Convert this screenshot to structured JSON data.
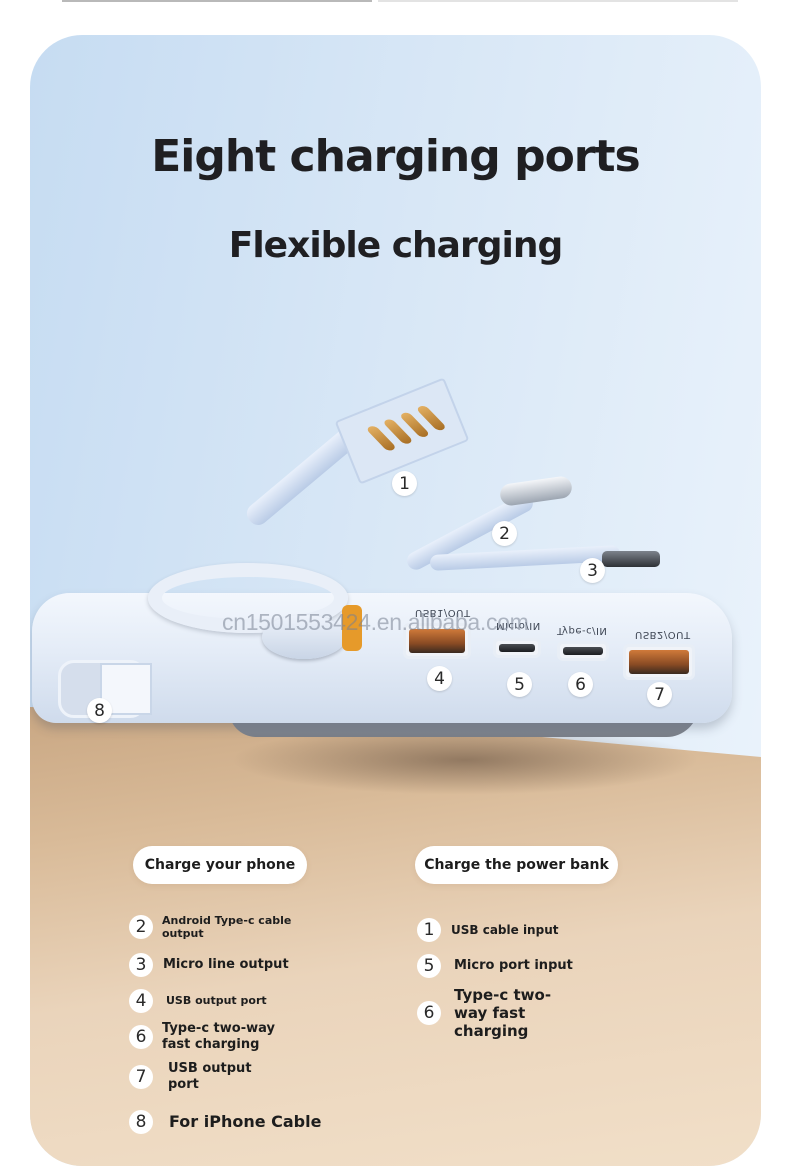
{
  "header": {
    "title": "Eight charging ports",
    "subtitle": "Flexible charging"
  },
  "product": {
    "watermark": "cn1501553424.en.alibaba.com",
    "port_labels": [
      "USB1/OUT",
      "Micro/IN",
      "Type-c/IN",
      "USB2/OUT"
    ],
    "callouts": [
      "1",
      "2",
      "3",
      "4",
      "5",
      "6",
      "7",
      "8"
    ],
    "colors": {
      "accent_orange": "#e69a2a",
      "body": "#e4ecf7",
      "floor": "#e3c9aa"
    }
  },
  "charge_phone": {
    "heading": "Charge your phone",
    "items": [
      {
        "num": "2",
        "text": "Android Type-c cable output"
      },
      {
        "num": "3",
        "text": "Micro line output"
      },
      {
        "num": "4",
        "text": "USB output port"
      },
      {
        "num": "6",
        "text": "Type-c two-way fast charging"
      },
      {
        "num": "7",
        "text": "USB output port"
      },
      {
        "num": "8",
        "text": "For iPhone Cable"
      }
    ]
  },
  "charge_bank": {
    "heading": "Charge the power bank",
    "items": [
      {
        "num": "1",
        "text": "USB cable input"
      },
      {
        "num": "5",
        "text": "Micro port input"
      },
      {
        "num": "6",
        "text": "Type-c two-way fast charging"
      }
    ]
  }
}
